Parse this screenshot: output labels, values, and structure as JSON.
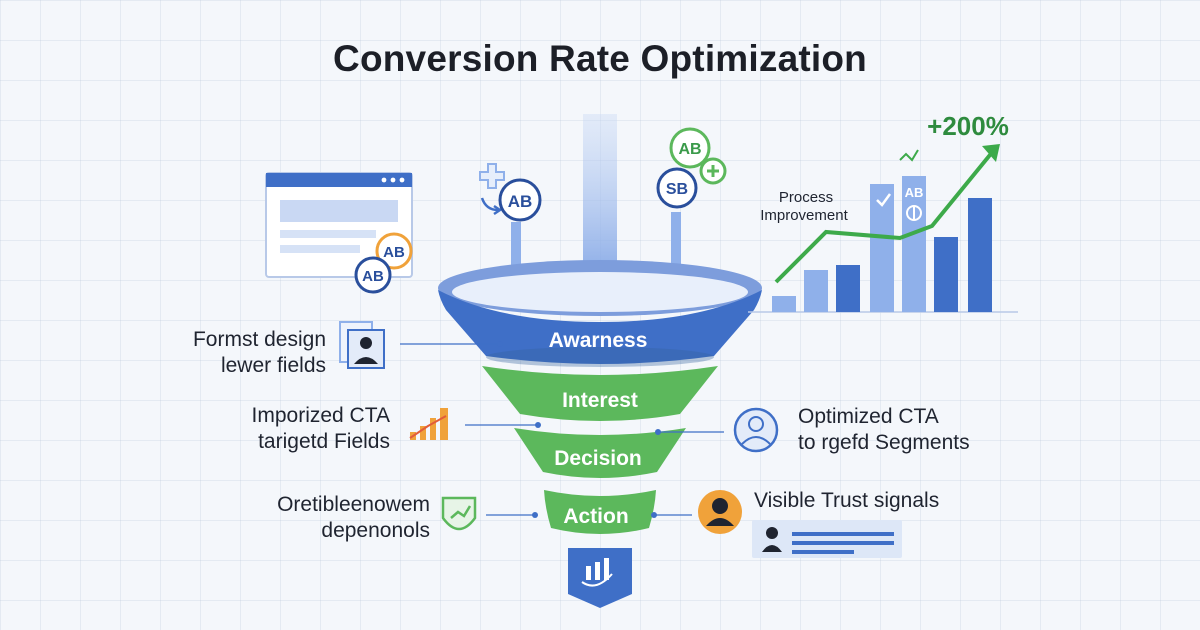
{
  "title": "Conversion Rate Optimization",
  "stages": [
    {
      "label": "Awarness",
      "color": "#3f6fc7"
    },
    {
      "label": "Interest",
      "color": "#5cb85c"
    },
    {
      "label": "Decision",
      "color": "#5cb85c"
    },
    {
      "label": "Action",
      "color": "#5cb85c"
    }
  ],
  "left_notes": [
    {
      "line1": "Formst design",
      "line2": "lewer fields"
    },
    {
      "line1": "Imporized CTA",
      "line2": "tarigetd Fields"
    },
    {
      "line1": "Oretibleenowem",
      "line2": "depenonols"
    }
  ],
  "right_notes": [
    {
      "line1": "Optimized CTA",
      "line2": "to rgefd Segments"
    },
    {
      "line1": "Visible Trust signals",
      "line2": ""
    }
  ],
  "ab_badges": {
    "badge_1": "AB",
    "badge_2": "AB",
    "badge_3": "AB",
    "badge_4": "AB",
    "badge_5": "SB",
    "badge_6": "AB"
  },
  "growth_chart": {
    "change_label": "+200%",
    "annotation_line1": "Process",
    "annotation_line2": "Improvement",
    "bar_badge": "AB"
  },
  "colors": {
    "blue": "#3f6fc7",
    "light_blue": "#8fb0ea",
    "green": "#5cb85c",
    "orange": "#f0a23a",
    "dark_green": "#2e8b3e"
  }
}
